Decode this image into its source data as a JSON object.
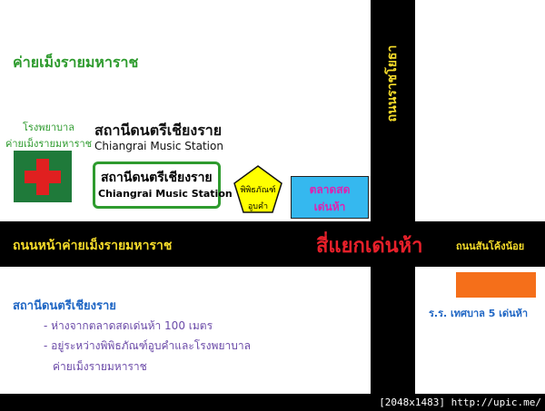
{
  "places": {
    "camp_title": "ค่ายเม็งรายมหาราช",
    "hospital_line1": "โรงพยาบาล",
    "hospital_line2": "ค่ายเม็งรายมหาราช",
    "station_thai": "สถานีดนตรีเชียงราย",
    "station_eng": "Chiangrai Music Station",
    "sign_thai": "สถานีดนตรีเชียงราย",
    "sign_eng": "Chiangrai Music Station",
    "museum_line1": "พิพิธภัณฑ์",
    "museum_line2": "อูบคำ",
    "market_line1": "ตลาดสด",
    "market_line2": "เด่นห้า",
    "school": "ร.ร. เทศบาล 5 เด่นห้า"
  },
  "roads": {
    "vertical": "ถนนราชโยธา",
    "horizontal_left": "ถนนหน้าค่ายเม็งรายมหาราช",
    "horizontal_right": "ถนนสันโค้งน้อย",
    "intersection": "สี่แยกเด่นห้า"
  },
  "info": {
    "title": "สถานีดนตรีเชียงราย",
    "line1": "- ห่างจากตลาดสดเด่นห้า 100 เมตร",
    "line2": "- อยู่ระหว่างพิพิธภัณฑ์อูบคำและโรงพยาบาล",
    "line3": "ค่ายเม็งรายมหาราช"
  },
  "footer": {
    "watermark": "[2048x1483] http://upic.me/"
  },
  "colors": {
    "road": "#000000",
    "road_label": "#f6dc2a",
    "intersection": "#e8202a",
    "green": "#2e9b2e",
    "blue": "#1f66c4",
    "hospital_bg": "#1f7a3a",
    "cross": "#e02020",
    "museum_fill": "#ffff00",
    "market_fill": "#35b8ef",
    "school_marker": "#f56f1a"
  }
}
